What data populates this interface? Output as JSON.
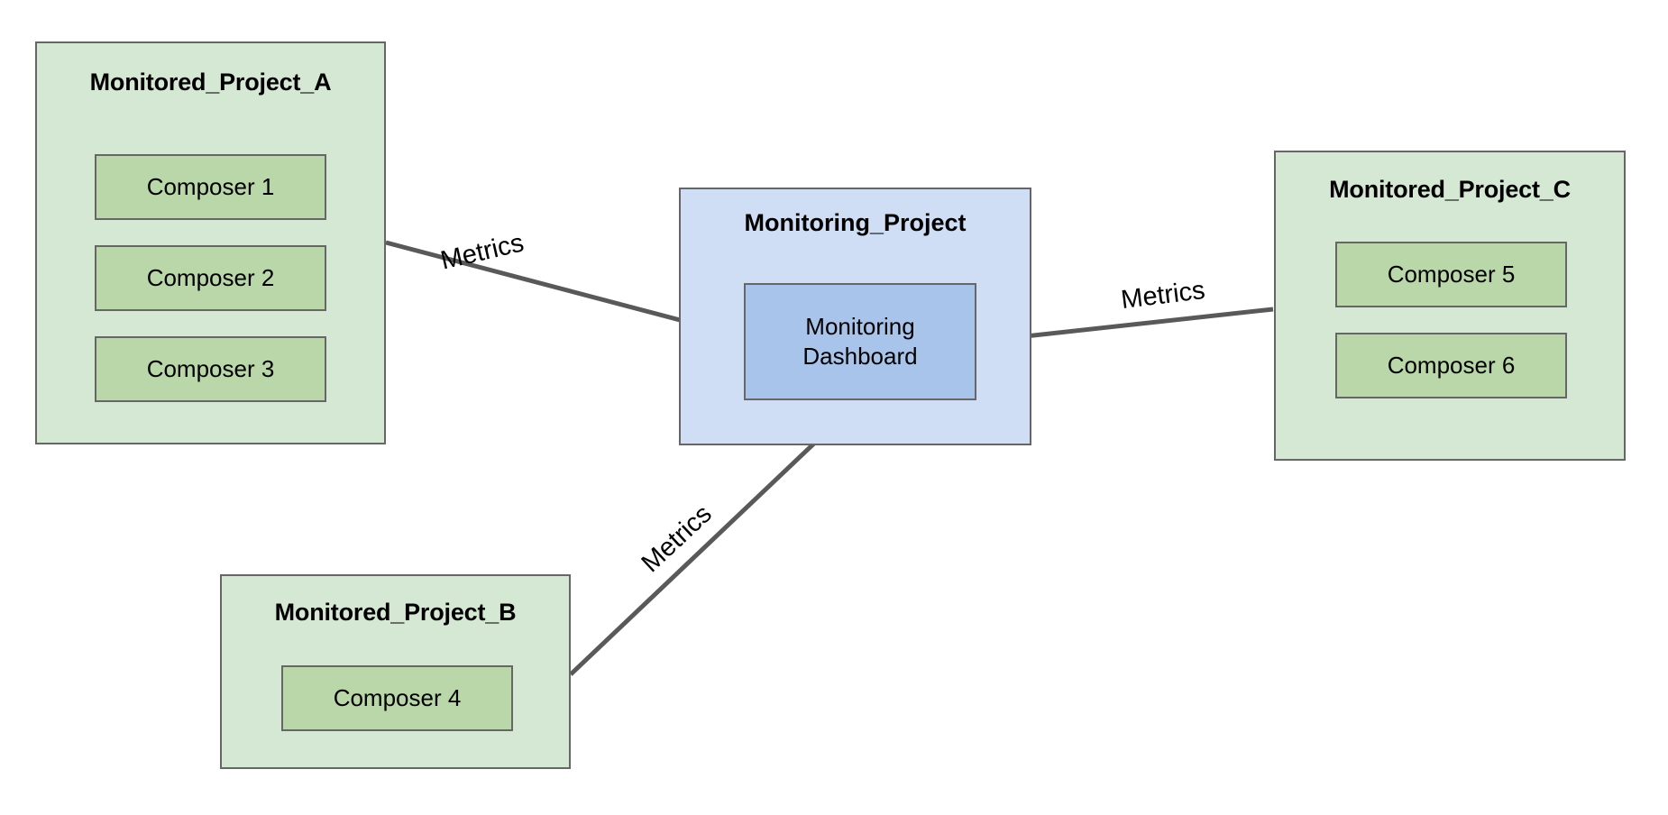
{
  "diagram": {
    "type": "architecture-diagram",
    "background": "#ffffff",
    "palette": {
      "project_fill": "#d5e8d4",
      "composer_fill": "#b9d7a8",
      "monitoring_fill": "#cfdef5",
      "dashboard_fill": "#a9c4eb",
      "border": "#666666",
      "arrow": "#595959",
      "text": "#000000"
    },
    "nodes": {
      "project_a": {
        "title": "Monitored_Project_A",
        "children": [
          {
            "label": "Composer 1"
          },
          {
            "label": "Composer 2"
          },
          {
            "label": "Composer 3"
          }
        ]
      },
      "project_b": {
        "title": "Monitored_Project_B",
        "children": [
          {
            "label": "Composer 4"
          }
        ]
      },
      "project_c": {
        "title": "Monitored_Project_C",
        "children": [
          {
            "label": "Composer 5"
          },
          {
            "label": "Composer 6"
          }
        ]
      },
      "monitoring_project": {
        "title": "Monitoring_Project",
        "dashboard": {
          "line1": "Monitoring",
          "line2": "Dashboard"
        }
      }
    },
    "edges": [
      {
        "id": "a-to-dashboard",
        "from": "project_a",
        "to": "monitoring_dashboard",
        "label": "Metrics"
      },
      {
        "id": "c-to-dashboard",
        "from": "project_c",
        "to": "monitoring_dashboard",
        "label": "Metrics"
      },
      {
        "id": "b-to-dashboard",
        "from": "project_b",
        "to": "monitoring_dashboard",
        "label": "Metrics"
      }
    ]
  }
}
